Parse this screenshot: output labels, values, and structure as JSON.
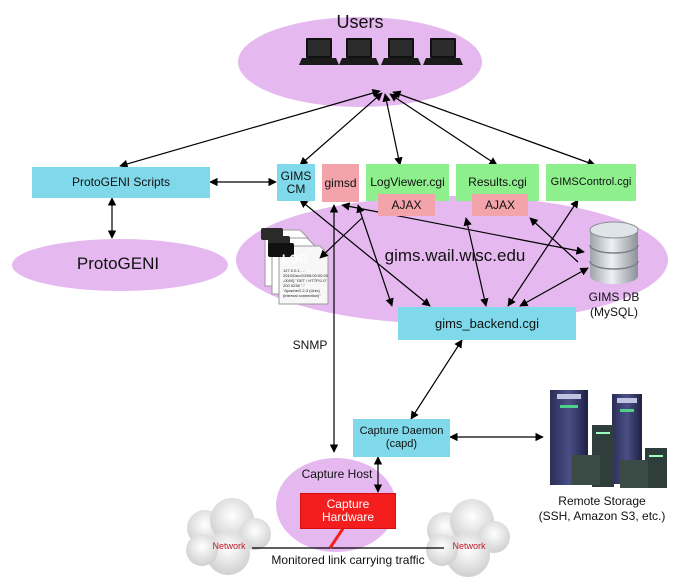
{
  "title": "Users",
  "nodes": {
    "protogeni_scripts": "ProtoGENI Scripts",
    "protogeni": "ProtoGENI",
    "gims_cm": "GIMS\nCM",
    "gimsd": "gimsd",
    "logviewer": "LogViewer.cgi",
    "results": "Results.cgi",
    "gimscontrol": "GIMSControl.cgi",
    "ajax_1": "AJAX",
    "ajax_2": "AJAX",
    "server": "gims.wail.wisc.edu",
    "db": "GIMS  DB\n(MySQL)",
    "backend": "gims_backend.cgi",
    "snmp": "SNMP",
    "capture_daemon": "Capture Daemon\n(capd)",
    "capture_host": "Capture Host",
    "capture_hardware": "Capture\nHardware",
    "remote_storage": "Remote Storage\n(SSH, Amazon S3, etc.)",
    "network_left": "Network",
    "network_right": "Network",
    "monitored_link": "Monitored link carrying traffic"
  },
  "log_icon": {
    "tags": [
      "LOG",
      "LOG",
      "LOG"
    ],
    "lines": [
      "127.0.0.1 - -",
      "2010/Dec/20/06:00:00:00",
      "-0000] \"GET / HTTP/1.0\"",
      "200 9238 \"-\"",
      "\"Apache/2.2.3 (Unix)",
      "(internal connection)\""
    ]
  },
  "icons": [
    "laptop-icon",
    "database-icon",
    "log-files-icon",
    "server-rack-icon",
    "network-cloud-icon"
  ],
  "colors": {
    "ellipse": "#e5b9f0",
    "component_cyan": "#7fd9ea",
    "component_green": "#8ef08c",
    "component_pink": "#f3a3aa",
    "capture_hardware_red": "#f41e1e"
  }
}
